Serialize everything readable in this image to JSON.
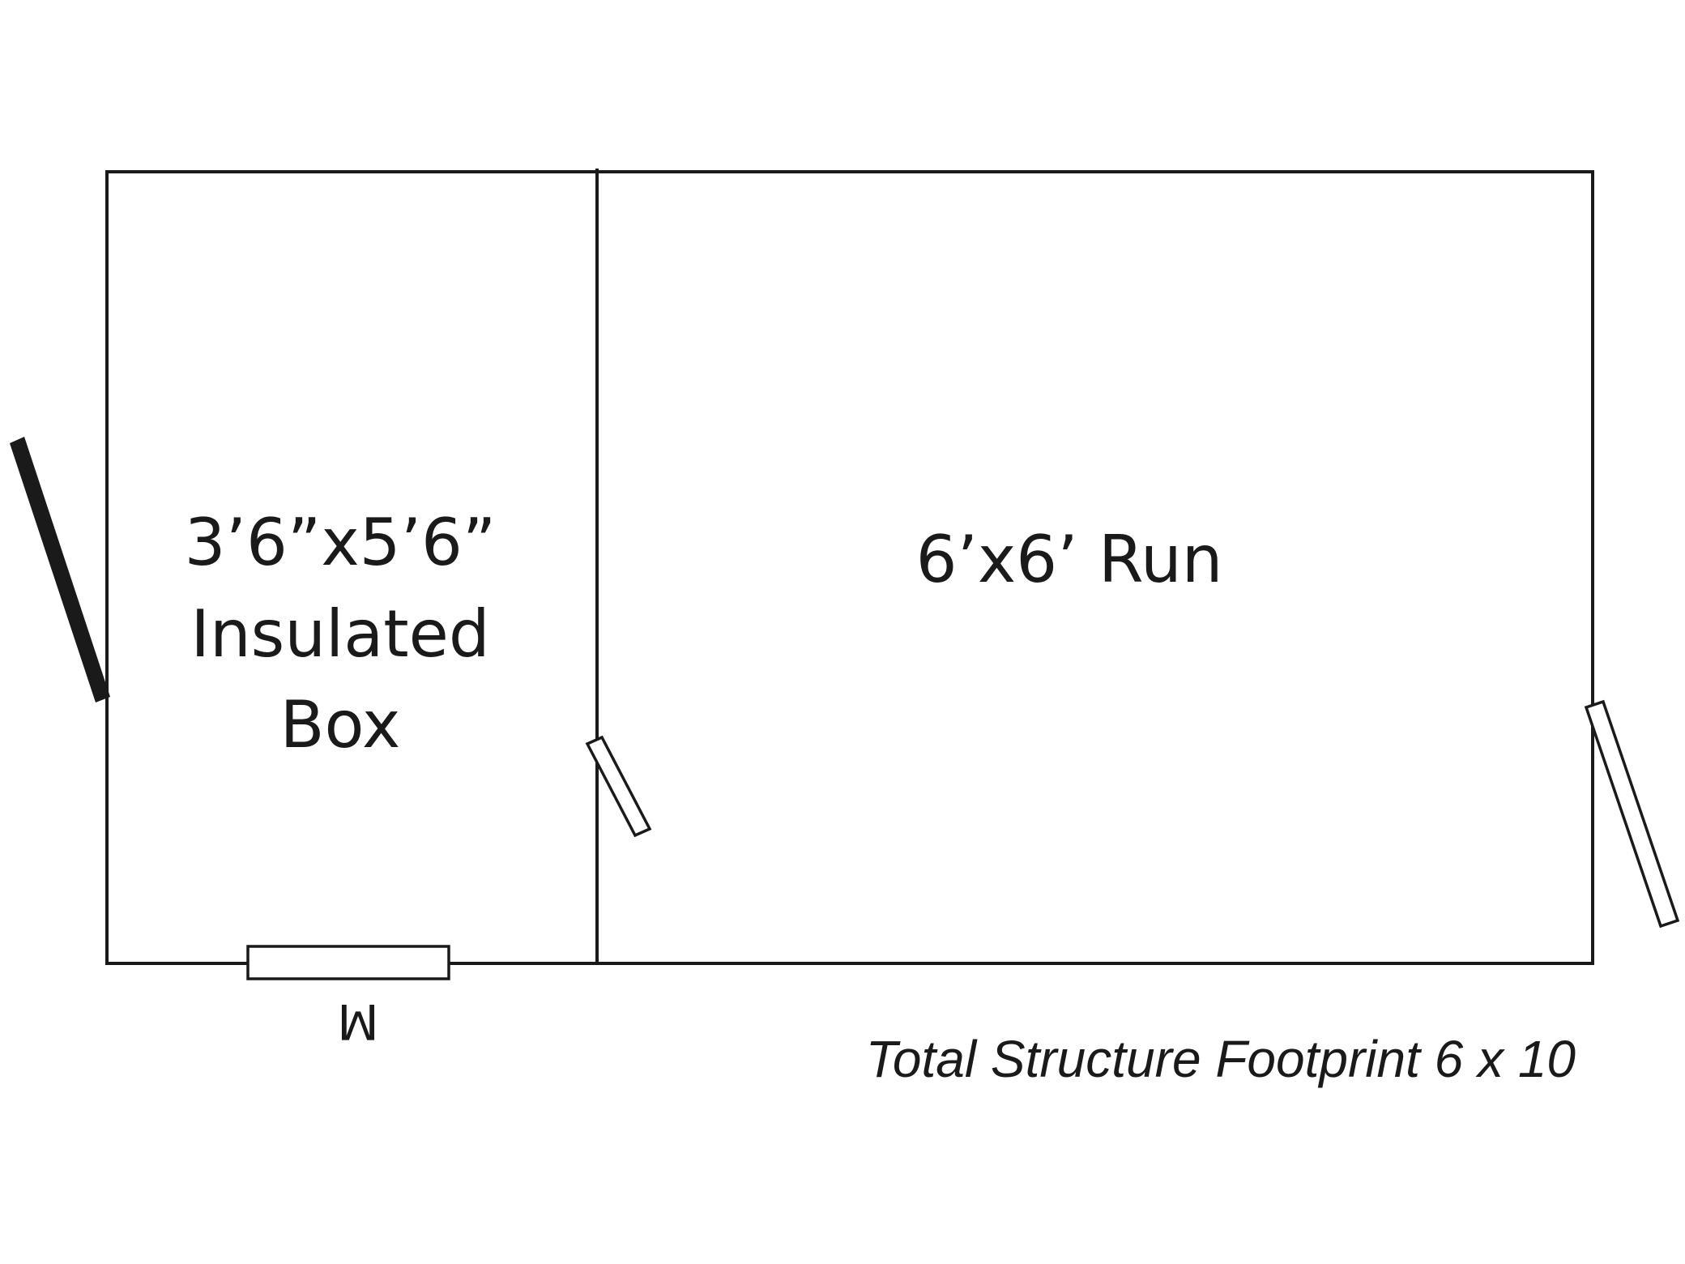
{
  "diagram": {
    "box_label": {
      "line1": "3’6”x5’6”",
      "line2": "Insulated",
      "line3": "Box"
    },
    "run_label": "6’x6’ Run",
    "vent_mark": "M",
    "footprint_note": "Total Structure Footprint 6 x 10",
    "colors": {
      "line": "#1a1a1a",
      "background": "#ffffff"
    }
  }
}
